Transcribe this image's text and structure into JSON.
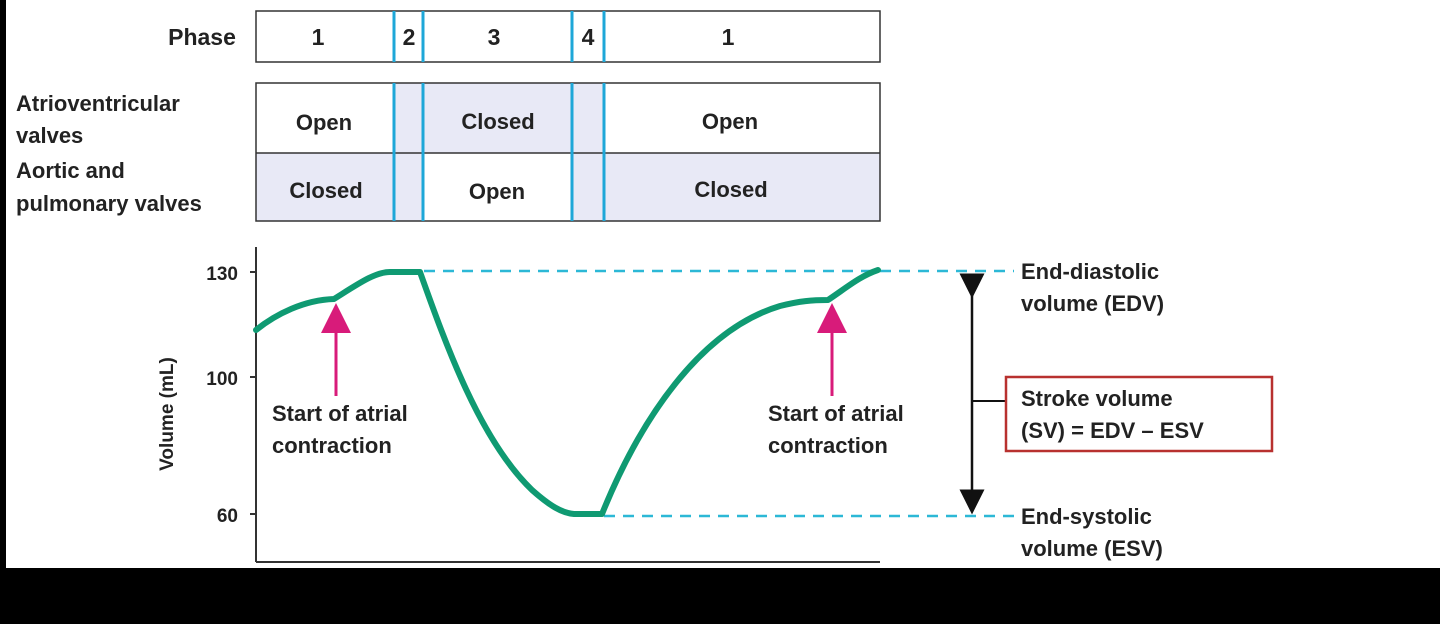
{
  "phase_label": "Phase",
  "phases": [
    "1",
    "2",
    "3",
    "4",
    "1"
  ],
  "av_label": [
    "Atrioventricular",
    "valves"
  ],
  "sl_label": [
    "Aortic and",
    "pulmonary valves"
  ],
  "av_states": [
    "Open",
    "Closed",
    "Open"
  ],
  "sl_states": [
    "Closed",
    "Open",
    "Closed"
  ],
  "y_axis_label": "Volume (mL)",
  "y_ticks": [
    "130",
    "100",
    "60"
  ],
  "atrial_note": [
    "Start of atrial",
    "contraction"
  ],
  "edv_label": [
    "End-diastolic",
    "volume (EDV)"
  ],
  "esv_label": [
    "End-systolic",
    "volume (ESV)"
  ],
  "sv_label": [
    "Stroke volume",
    "(SV) = EDV – ESV"
  ],
  "colors": {
    "curve": "#0f9a72",
    "phase_divider": "#1ea7d8",
    "dashed_line": "#2cb8d6",
    "arrow_magenta": "#d81b7a",
    "shaded_cell": "#e8e9f6",
    "sv_box": "#b8312f"
  }
}
